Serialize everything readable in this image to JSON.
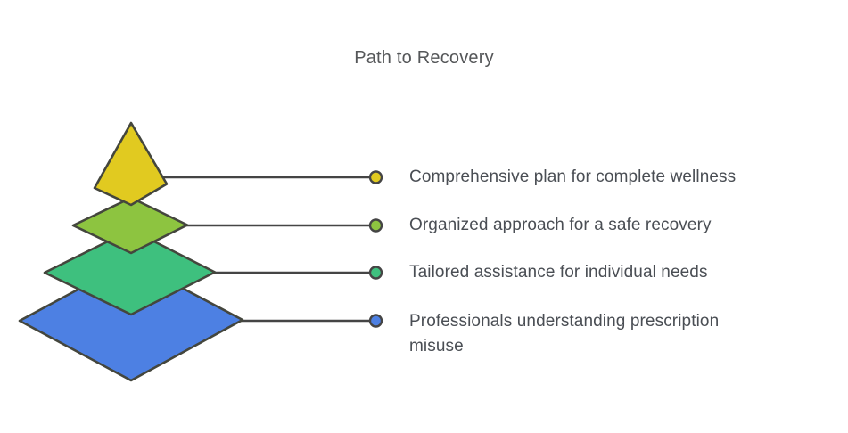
{
  "title": "Path to Recovery",
  "colors": {
    "background": "#ffffff",
    "shape_stroke": "#44463d",
    "connector": "#454545",
    "title_text": "#555759",
    "label_text": "#4a4e54"
  },
  "levels": [
    {
      "rank": 1,
      "label": "Comprehensive plan for complete wellness",
      "color": "#e1ca20"
    },
    {
      "rank": 2,
      "label": "Organized approach for a safe recovery",
      "color": "#8dc440"
    },
    {
      "rank": 3,
      "label": "Tailored assistance for individual needs",
      "color": "#3ec07e"
    },
    {
      "rank": 4,
      "label": "Professionals understanding prescription misuse",
      "color": "#4d80e3"
    }
  ]
}
